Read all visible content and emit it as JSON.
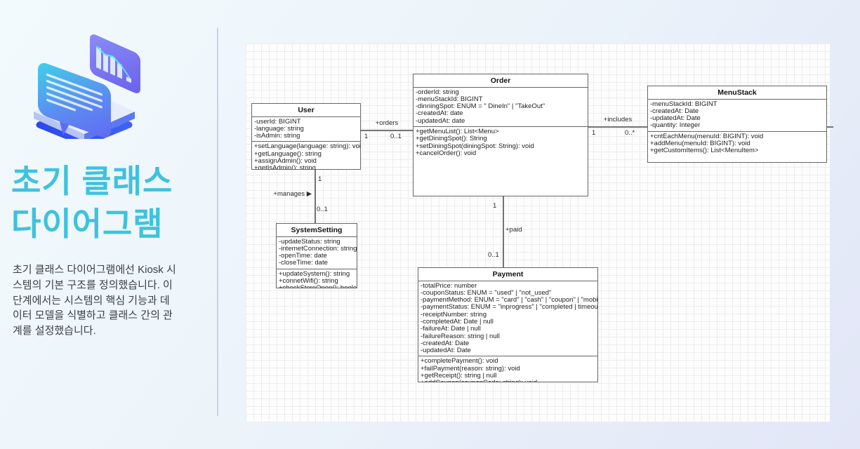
{
  "sidebar": {
    "title_line1": "초기 클래스",
    "title_line2": "다이어그램",
    "description": "초기 클래스 다이어그램에선 Kiosk 시스템의 기본 구조를 정의했습니다. 이 단계에서는 시스템의 핵심 기능과 데이터 모델을 식별하고 클래스 간의 관계를 설정했습니다.",
    "illustration": "isometric kiosk illustration: speech bubble and bar chart panels over stacked platform"
  },
  "theme": {
    "title_accent": "#3ec2de",
    "illustration_blue": "#2c48ec",
    "illustration_cyan": "#3fd3e8",
    "grid_line": "#ededed",
    "uml_border": "#666666"
  },
  "diagram": {
    "classes": [
      {
        "name": "User",
        "attributes": [
          "-userId: BIGINT",
          "-language: string",
          "-isAdmin: string"
        ],
        "methods": [
          "+setLanguage(language: string): void",
          "+getLanguage(): string",
          "+assignAdmin(): void",
          "+getIsAdmin(): string"
        ]
      },
      {
        "name": "Order",
        "attributes": [
          "-orderId: string",
          "-menuStackId: BIGINT",
          "-dinningSpot: ENUM = \" DineIn\" | \"TakeOut\"",
          "-createdAt: date",
          "-updatedAt: date"
        ],
        "methods": [
          "+getMenuList(): List<Menu>",
          "+getDiningSpot(): String",
          "+setDiningSpot(diningSpot: String): void",
          "+cancelOrder(): void"
        ]
      },
      {
        "name": "MenuStack",
        "attributes": [
          "-menuStackId: BIGINT",
          "-createdAt: Date",
          "-updatedAt: Date",
          "-quantity: Integer"
        ],
        "methods": [
          "+cntEachMenu(menuId: BIGINT): void",
          "+addMenu(menuId: BIGINT): void",
          "+getCustomItems(): List<MenuItem>"
        ]
      },
      {
        "name": "SystemSetting",
        "attributes": [
          "-updateStatus: string",
          "-internetConnection: string",
          "-openTime: date",
          "-closeTime: date"
        ],
        "methods": [
          "+updateSystem(): string",
          "+connetWifi(): string",
          "+checkStoreOpen(): boolean"
        ]
      },
      {
        "name": "Payment",
        "attributes": [
          "-totalPrice: number",
          "-couponStatus: ENUM = \"used\" | \"not_used\"",
          "-paymentMethod: ENUM = \"card\" | \"cash\" | \"coupon\" | \"mobile\"",
          "-paymentStatus: ENUM = \"inprogress\" | \"completed | timeout\"",
          "-receiptNumber: string",
          "-completedAt: Date | null",
          "-failureAt: Date | null",
          "-failureReason: string | null",
          "-createdAt: Date",
          "-updatedAt: Date"
        ],
        "methods": [
          "+completePayment(): void",
          "+failPayment(reason: string): void",
          "+getReceipt(): string | null",
          "+addCoupon(couponCode: string): void"
        ]
      }
    ],
    "relations": {
      "orders": {
        "label": "+orders",
        "from": "1",
        "to": "0..1"
      },
      "includes": {
        "label": "+includes",
        "from": "1",
        "to": "0..*"
      },
      "manages": {
        "label": "+manages ▶",
        "from": "1",
        "to": "0..1"
      },
      "paid": {
        "label": "+paid",
        "from": "1",
        "to": "0..1"
      }
    }
  }
}
